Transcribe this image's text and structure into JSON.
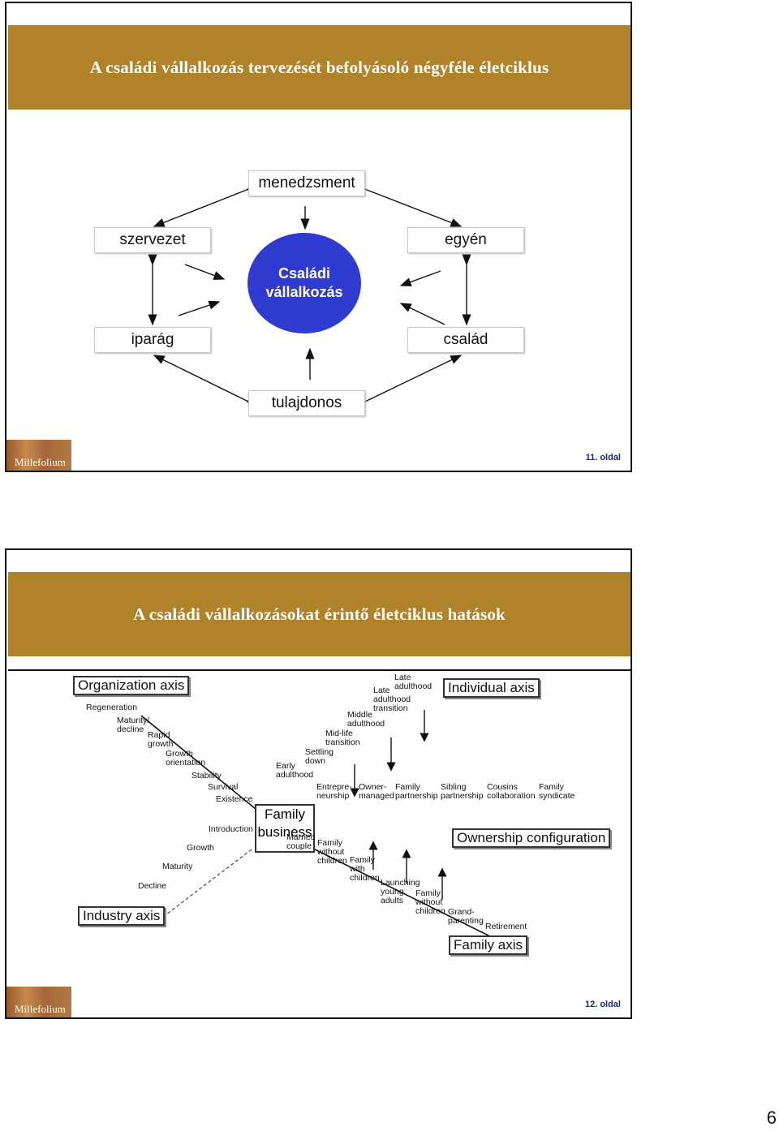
{
  "slide1": {
    "title": "A családi vállalkozás tervezését befolyásoló négyféle életciklus",
    "boxes": {
      "top": "menedzsment",
      "left_top": "szervezet",
      "right_top": "egyén",
      "left_bottom": "iparág",
      "right_bottom": "család",
      "bottom": "tulajdonos"
    },
    "center_line1": "Családi",
    "center_line2": "vállalkozás",
    "logo": "Millefolium",
    "page": "11. oldal",
    "colors": {
      "banner": "#b0822a",
      "circle": "#2e3ad0"
    }
  },
  "slide2": {
    "title": "A családi vállalkozásokat érintő életciklus hatások",
    "axes": {
      "organization": "Organization axis",
      "individual": "Individual axis",
      "ownership": "Ownership configuration",
      "industry": "Industry axis",
      "family": "Family axis"
    },
    "family_business": "Family\nbusiness",
    "organization_stages": [
      "Regeneration",
      "Maturity/\ndecline",
      "Rapid\ngrowth",
      "Growth\norientation",
      "Stability",
      "Survival",
      "Existence"
    ],
    "industry_stages": [
      "Introduction",
      "Growth",
      "Maturity",
      "Decline"
    ],
    "individual_stages": [
      "Late\nadulthood",
      "Late\nadulthood\ntransition",
      "Middle\nadulthood",
      "Mid-life\ntransition",
      "Settling\ndown",
      "Early\nadulthood"
    ],
    "ownership_stages": [
      "Entrepre-\nneurship",
      "Owner-\nmanaged",
      "Family\npartnership",
      "Sibling\npartnership",
      "Cousins\ncollaboration",
      "Family\nsyndicate"
    ],
    "family_stages": [
      "Married\ncouple",
      "Family\nwithout\nchildren",
      "Family\nwith\nchildren",
      "Launching\nyoung\nadults",
      "Family\nwithout\nchildren",
      "Grand-\nparenting",
      "Retirement"
    ],
    "logo": "Millefolium",
    "page": "12. oldal"
  },
  "sheet_page": "6"
}
